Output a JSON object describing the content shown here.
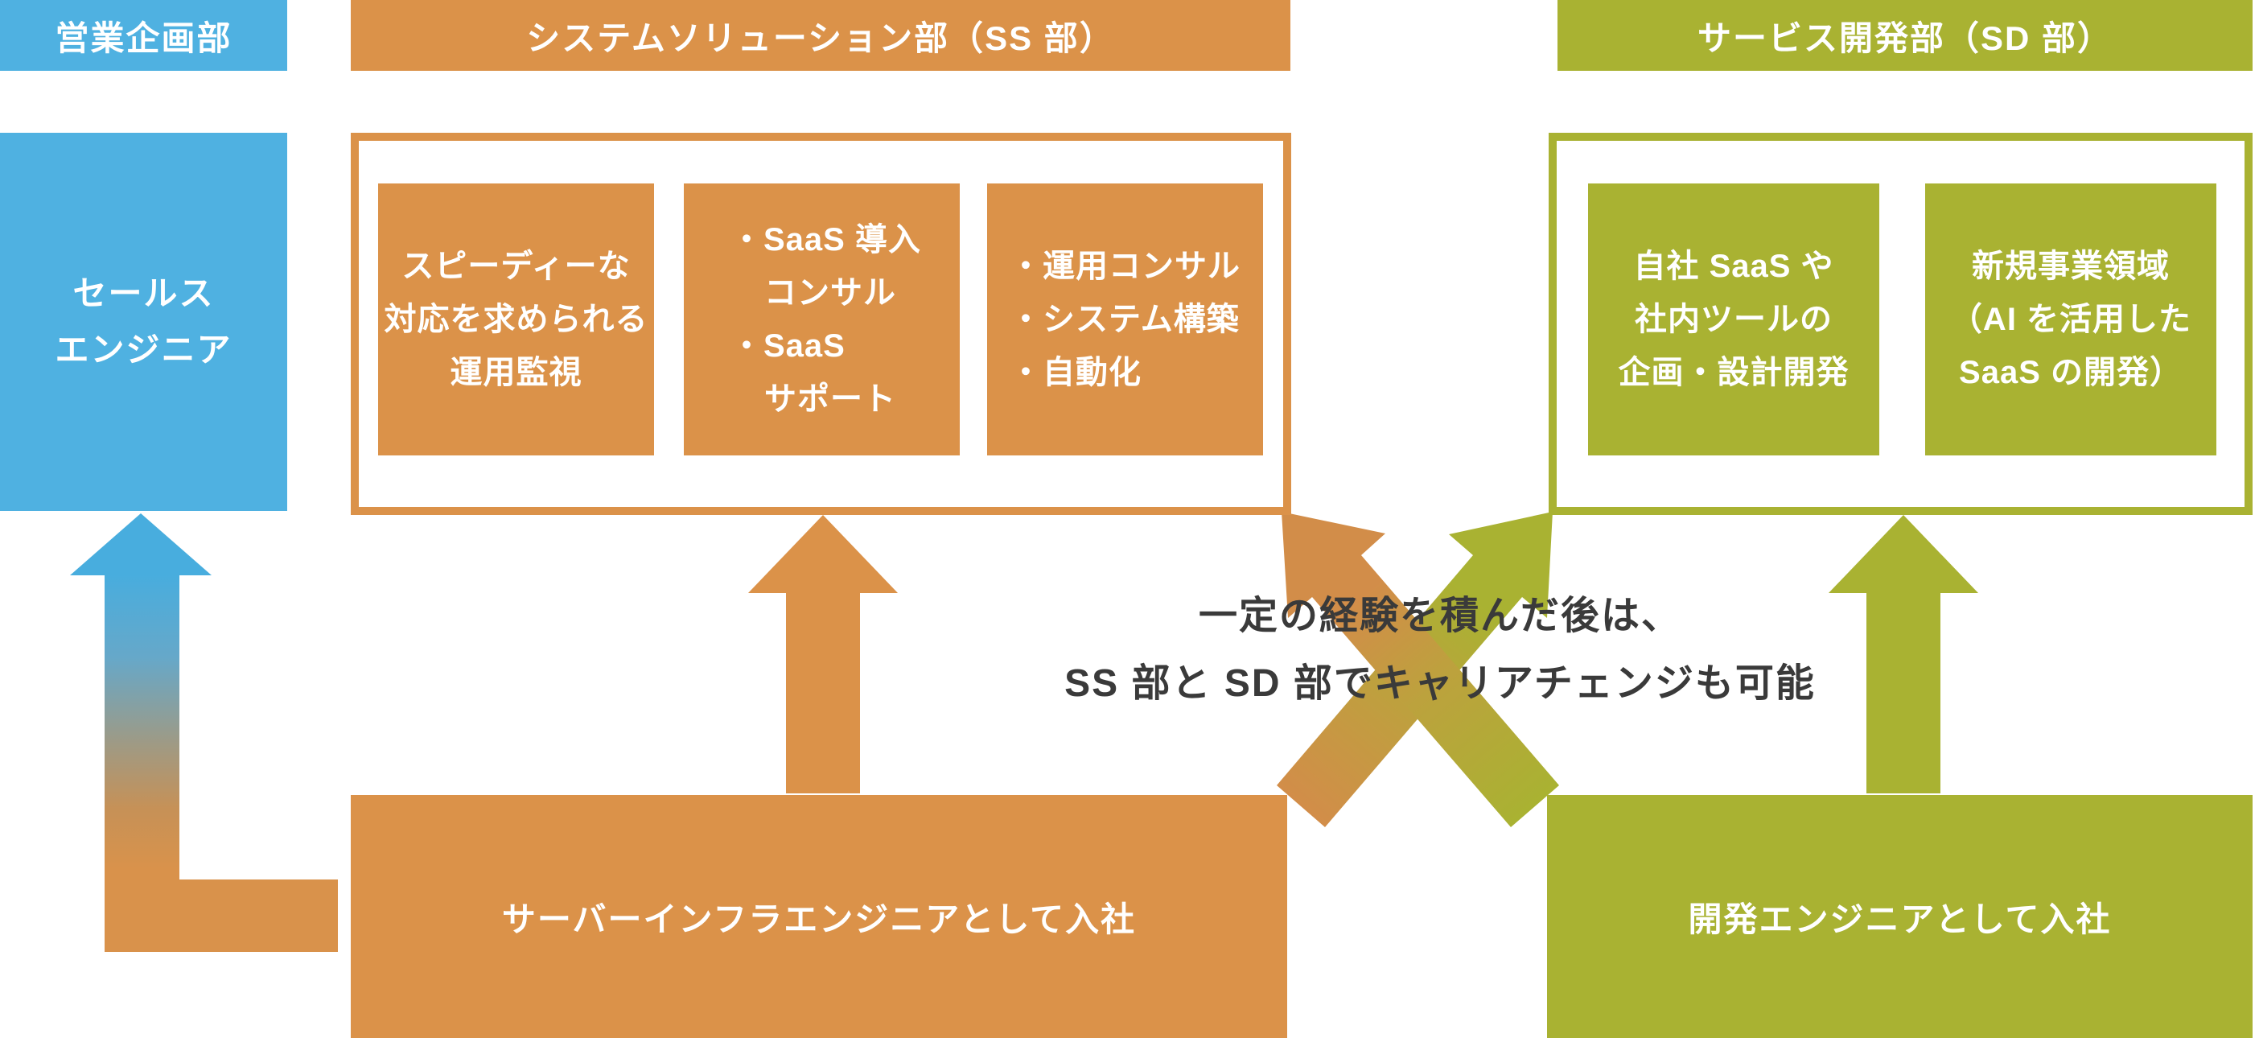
{
  "colors": {
    "blue": "#4FB1E1",
    "orange": "#DB9249",
    "green": "#A9B232",
    "mustard": "#BCA23D",
    "note_text": "#3A3A3A"
  },
  "departments": {
    "sales": {
      "header": "営業企画部",
      "role_lines": [
        "セールス",
        "エンジニア"
      ]
    },
    "ss": {
      "header": "システムソリューション部（SS 部）",
      "cards": [
        {
          "lines": [
            "スピーディーな",
            "対応を求められる",
            "運用監視"
          ]
        },
        {
          "lines": [
            "・SaaS 導入",
            "コンサル",
            "・SaaS",
            "サポート"
          ]
        },
        {
          "lines": [
            "・運用コンサル",
            "・システム構築",
            "・自動化"
          ]
        }
      ],
      "entry_label": "サーバーインフラエンジニアとして入社"
    },
    "sd": {
      "header": "サービス開発部（SD 部）",
      "cards": [
        {
          "lines": [
            "自社 SaaS や",
            "社内ツールの",
            "企画・設計開発"
          ]
        },
        {
          "lines": [
            "新規事業領域",
            "（AI を活用した",
            "SaaS の開発）"
          ]
        }
      ],
      "entry_label": "開発エンジニアとして入社"
    }
  },
  "note": {
    "line1": "一定の経験を積んだ後は、",
    "line2": "SS 部と SD 部でキャリアチェンジも可能"
  }
}
